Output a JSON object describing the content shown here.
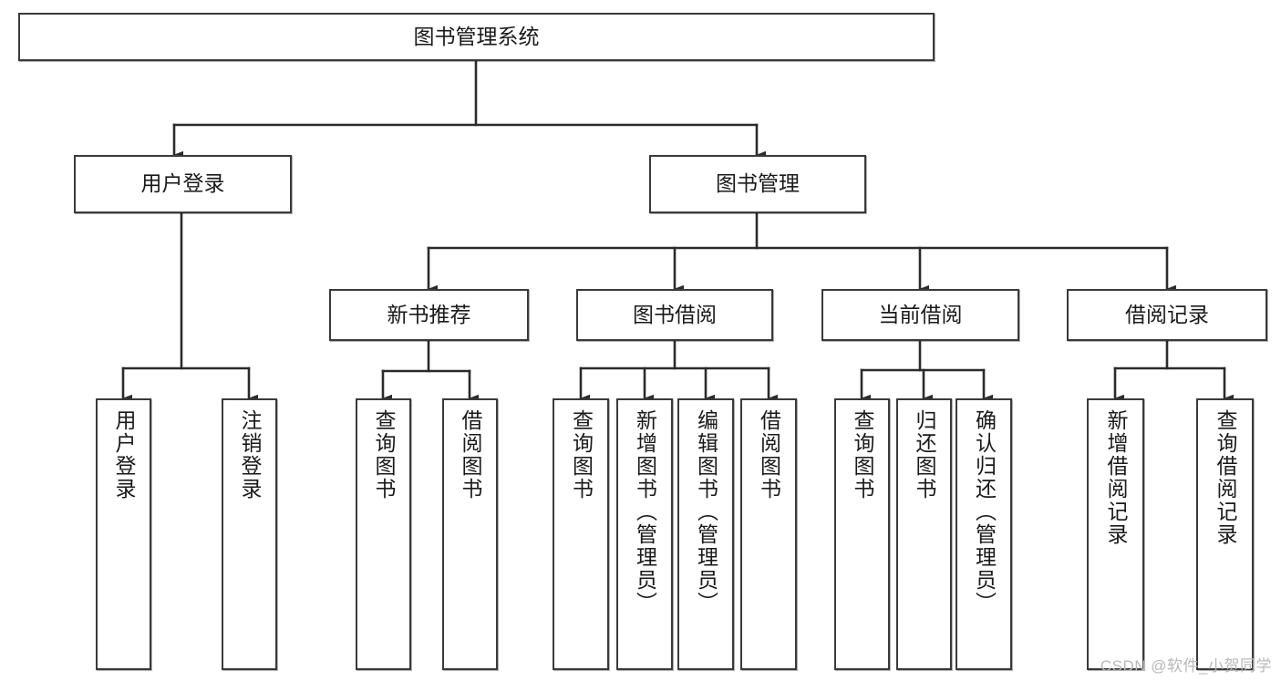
{
  "diagram": {
    "title": "图书管理系统",
    "watermark": "CSDN @软件_小贺同学",
    "colors": {
      "node_border": "#3a3a3a",
      "node_fill": "#ffffff",
      "edge": "#2b2b2b",
      "text": "#1a1a1a",
      "watermark": "#b9b9b9",
      "background": "#ffffff"
    },
    "root": {
      "label": "图书管理系统"
    },
    "level2": [
      {
        "label": "用户登录"
      },
      {
        "label": "图书管理"
      }
    ],
    "level3": [
      {
        "label": "新书推荐"
      },
      {
        "label": "图书借阅"
      },
      {
        "label": "当前借阅"
      },
      {
        "label": "借阅记录"
      }
    ],
    "leaves": {
      "user_login": [
        {
          "label": "用户登录"
        },
        {
          "label": "注销登录"
        }
      ],
      "new_book_recommend": [
        {
          "label": "查询图书"
        },
        {
          "label": "借阅图书"
        }
      ],
      "book_borrow": [
        {
          "label": "查询图书"
        },
        {
          "label": "新增图书（管理员）"
        },
        {
          "label": "编辑图书（管理员）"
        },
        {
          "label": "借阅图书"
        }
      ],
      "current_borrow": [
        {
          "label": "查询图书"
        },
        {
          "label": "归还图书"
        },
        {
          "label": "确认归还（管理员）"
        }
      ],
      "borrow_record": [
        {
          "label": "新增借阅记录"
        },
        {
          "label": "查询借阅记录"
        }
      ]
    }
  }
}
